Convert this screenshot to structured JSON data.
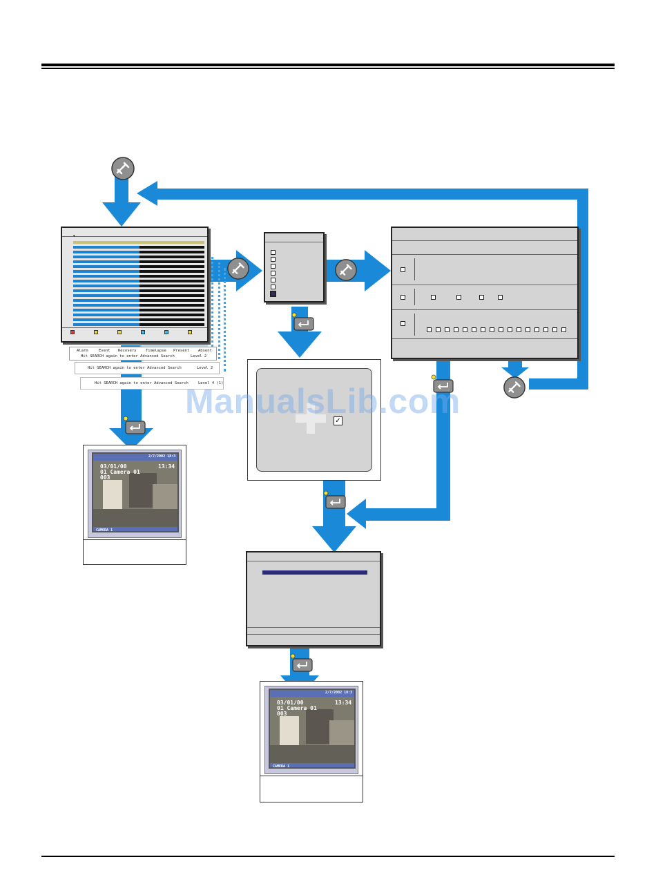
{
  "watermark": "ManualsLib.com",
  "colors": {
    "arrow_blue": "#1a8ad8",
    "menu_highlight": "#2b2b7a",
    "panel_gray": "#d4d4d4"
  },
  "icons": [
    "remote-button-icon",
    "enter-key-icon",
    "checkmark-icon",
    "plus-icon"
  ],
  "search_menu": {
    "legend": [
      "Alarm",
      "Event",
      "Recovery",
      "Timelapse",
      "Present",
      "Absent"
    ],
    "stack_lines": [
      "Hit SEARCH again to enter Advanced Search",
      "Level 2",
      "Hit SEARCH again to enter Advanced Search",
      "Level 2",
      "Hit SEARCH again to enter Advanced Search",
      "Level 4 (1)"
    ]
  },
  "screen": {
    "date_top": "2/7/2002 18:3",
    "date_left": "03/01/00",
    "time_right": "13:34",
    "camera_line": "01 Camera 01",
    "channel": "003",
    "caption": "CAMERA 1"
  },
  "confirm_box": {
    "checkmark": "✓"
  }
}
